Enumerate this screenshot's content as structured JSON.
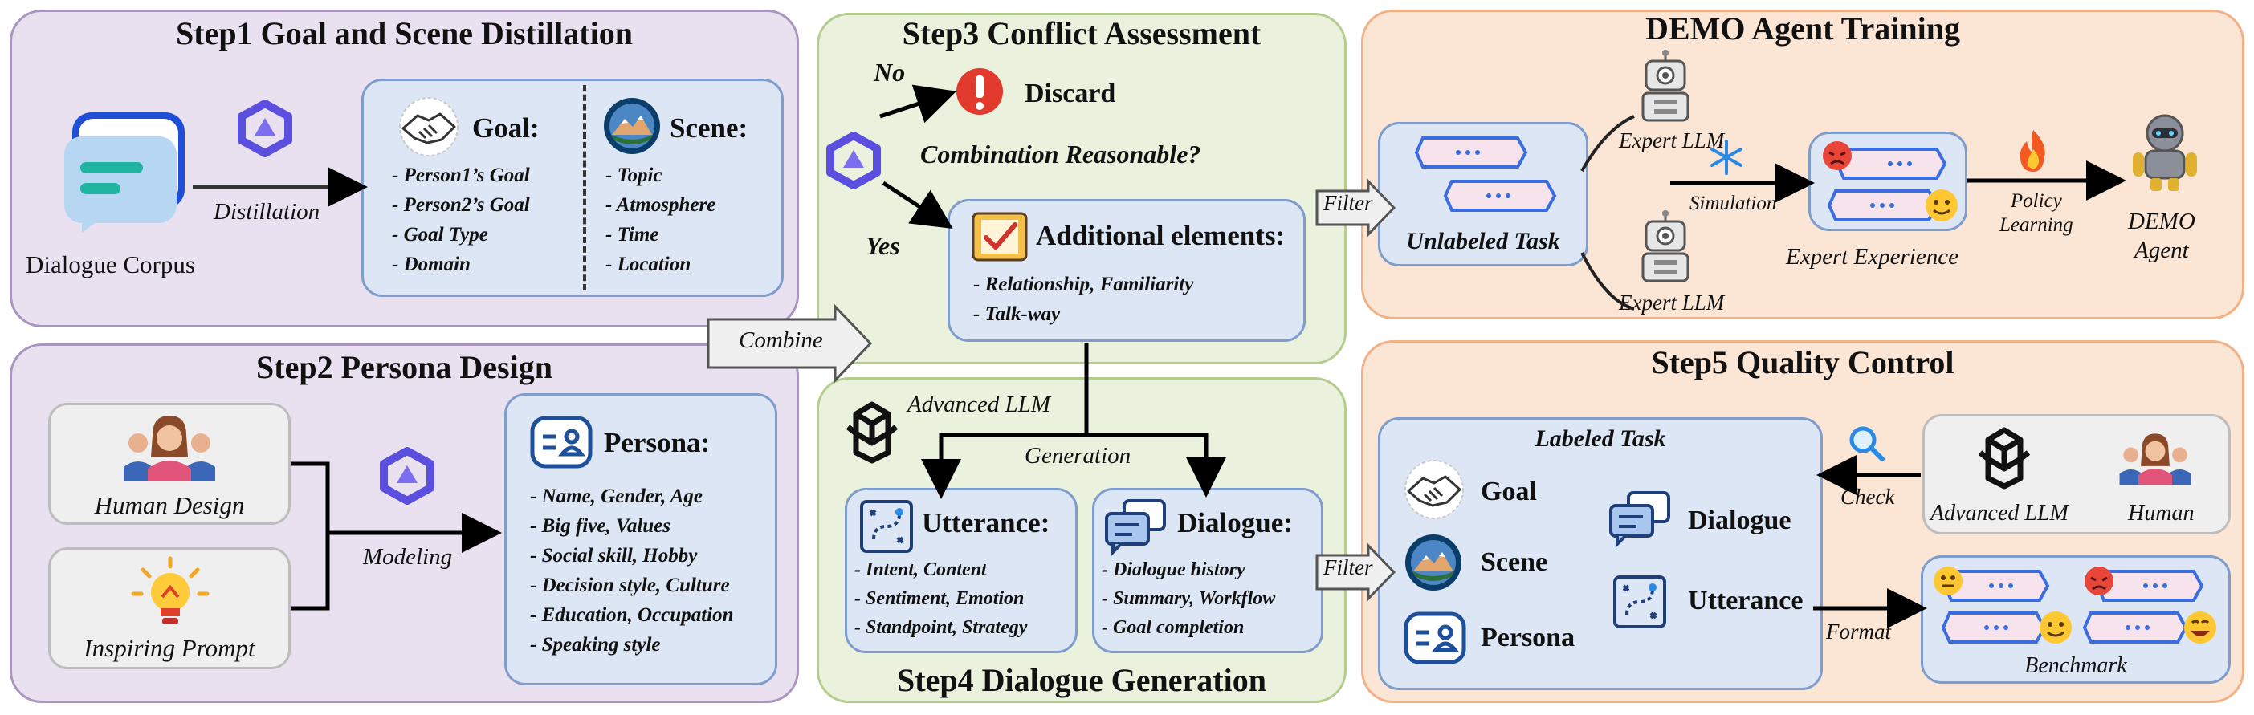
{
  "step1": {
    "title": "Step1 Goal and Scene Distillation",
    "corpus_label": "Dialogue Corpus",
    "arrow_label": "Distillation",
    "goal_header": "Goal:",
    "goal_items": [
      "- Person1’s Goal",
      "- Person2’s Goal",
      "- Goal Type",
      "- Domain"
    ],
    "scene_header": "Scene:",
    "scene_items": [
      "- Topic",
      "- Atmosphere",
      "- Time",
      "- Location"
    ]
  },
  "step2": {
    "title": "Step2 Persona Design",
    "human_design": "Human Design",
    "inspiring_prompt": "Inspiring Prompt",
    "arrow_label": "Modeling",
    "persona_header": "Persona:",
    "persona_items": [
      "- Name, Gender, Age",
      "- Big five, Values",
      "- Social skill,  Hobby",
      "- Decision style, Culture",
      "- Education, Occupation",
      "- Speaking style"
    ]
  },
  "combine_label": "Combine",
  "step3": {
    "title": "Step3 Conflict Assessment",
    "no": "No",
    "discard": "Discard",
    "question": "Combination Reasonable?",
    "yes": "Yes",
    "additional_header": "Additional elements:",
    "additional_items": [
      "- Relationship, Familiarity",
      "- Talk-way"
    ]
  },
  "step4": {
    "title": "Step4 Dialogue Generation",
    "advanced_llm": "Advanced LLM",
    "generation": "Generation",
    "utterance_header": "Utterance:",
    "utterance_items": [
      "- Intent, Content",
      "- Sentiment, Emotion",
      "- Standpoint, Strategy"
    ],
    "dialogue_header": "Dialogue:",
    "dialogue_items": [
      "- Dialogue history",
      "- Summary, Workflow",
      "- Goal completion"
    ]
  },
  "demo": {
    "title": "DEMO Agent Training",
    "filter": "Filter",
    "unlabeled_task": "Unlabeled Task",
    "expert_llm_top": "Expert LLM",
    "expert_llm_bottom": "Expert LLM",
    "simulation": "Simulation",
    "expert_experience": "Expert Experience",
    "policy_learning": "Policy\nLearning",
    "demo_agent": "DEMO\nAgent"
  },
  "step5": {
    "title": "Step5 Quality Control",
    "filter": "Filter",
    "labeled_task": "Labeled Task",
    "goal": "Goal",
    "scene": "Scene",
    "persona": "Persona",
    "dialogue": "Dialogue",
    "utterance": "Utterance",
    "check": "Check",
    "advanced_llm": "Advanced LLM",
    "human": "Human",
    "format": "Format",
    "benchmark": "Benchmark"
  }
}
